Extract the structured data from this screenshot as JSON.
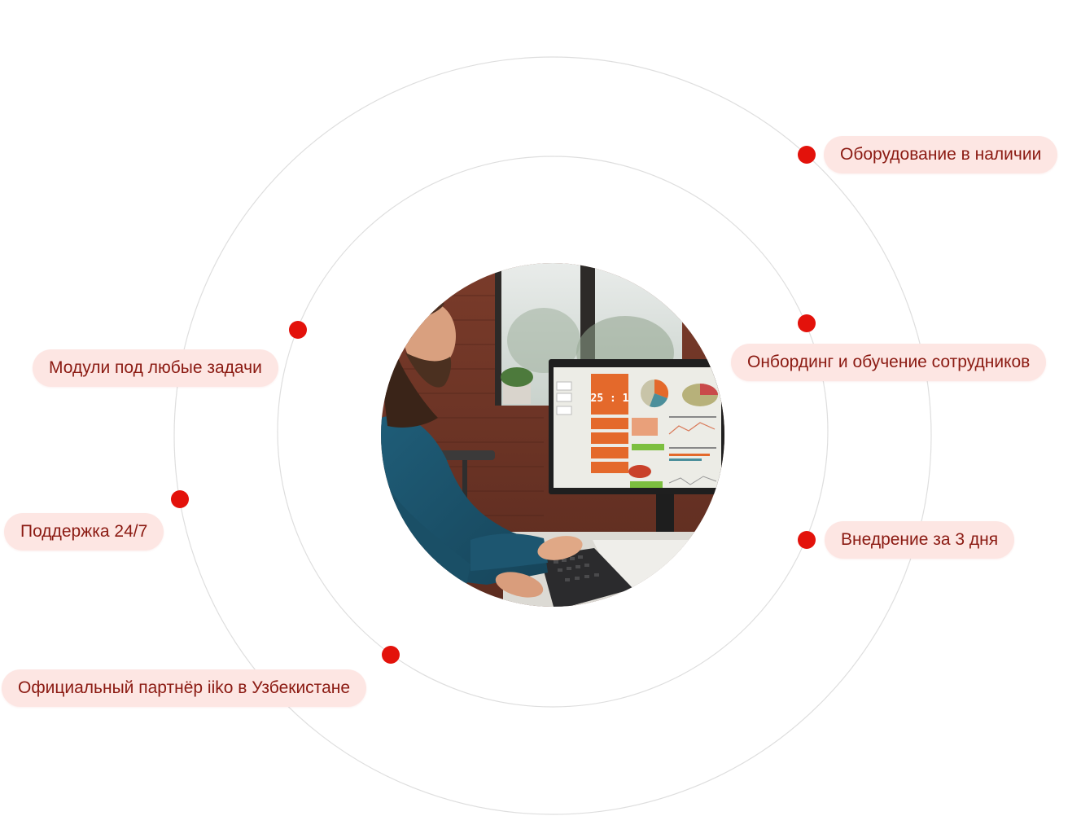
{
  "colors": {
    "accent": "#e3120b",
    "pill_bg": "#fde6e3",
    "pill_text": "#8b1a12",
    "orbit": "#dedede"
  },
  "photo": {
    "subject": "man with beard working at computer with analytics dashboard",
    "screen_counter": "25 : 1"
  },
  "features": [
    {
      "label": "Оборудование в наличии"
    },
    {
      "label": "Онбординг и обучение сотрудников"
    },
    {
      "label": "Внедрение за 3 дня"
    },
    {
      "label": "Модули под любые задачи"
    },
    {
      "label": "Поддержка 24/7"
    },
    {
      "label": "Официальный партнёр iiko в Узбекистане"
    }
  ]
}
